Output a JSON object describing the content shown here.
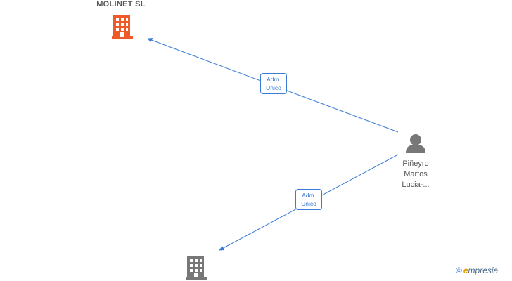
{
  "nodes": {
    "company_top": {
      "name": "MOLINET  SL",
      "color": "#f05a28"
    },
    "person": {
      "name_lines": [
        "Piñeyro",
        "Martos",
        "Lucia-..."
      ],
      "color": "#777777"
    },
    "company_bottom": {
      "name": "",
      "color": "#777777"
    }
  },
  "edges": [
    {
      "label_lines": [
        "Adm.",
        "Unico"
      ]
    },
    {
      "label_lines": [
        "Adm.",
        "Unico"
      ]
    }
  ],
  "colors": {
    "edge": "#3a7bd5"
  },
  "watermark": {
    "symbol": "©",
    "brand_initial": "e",
    "brand_rest": "mpresia"
  }
}
